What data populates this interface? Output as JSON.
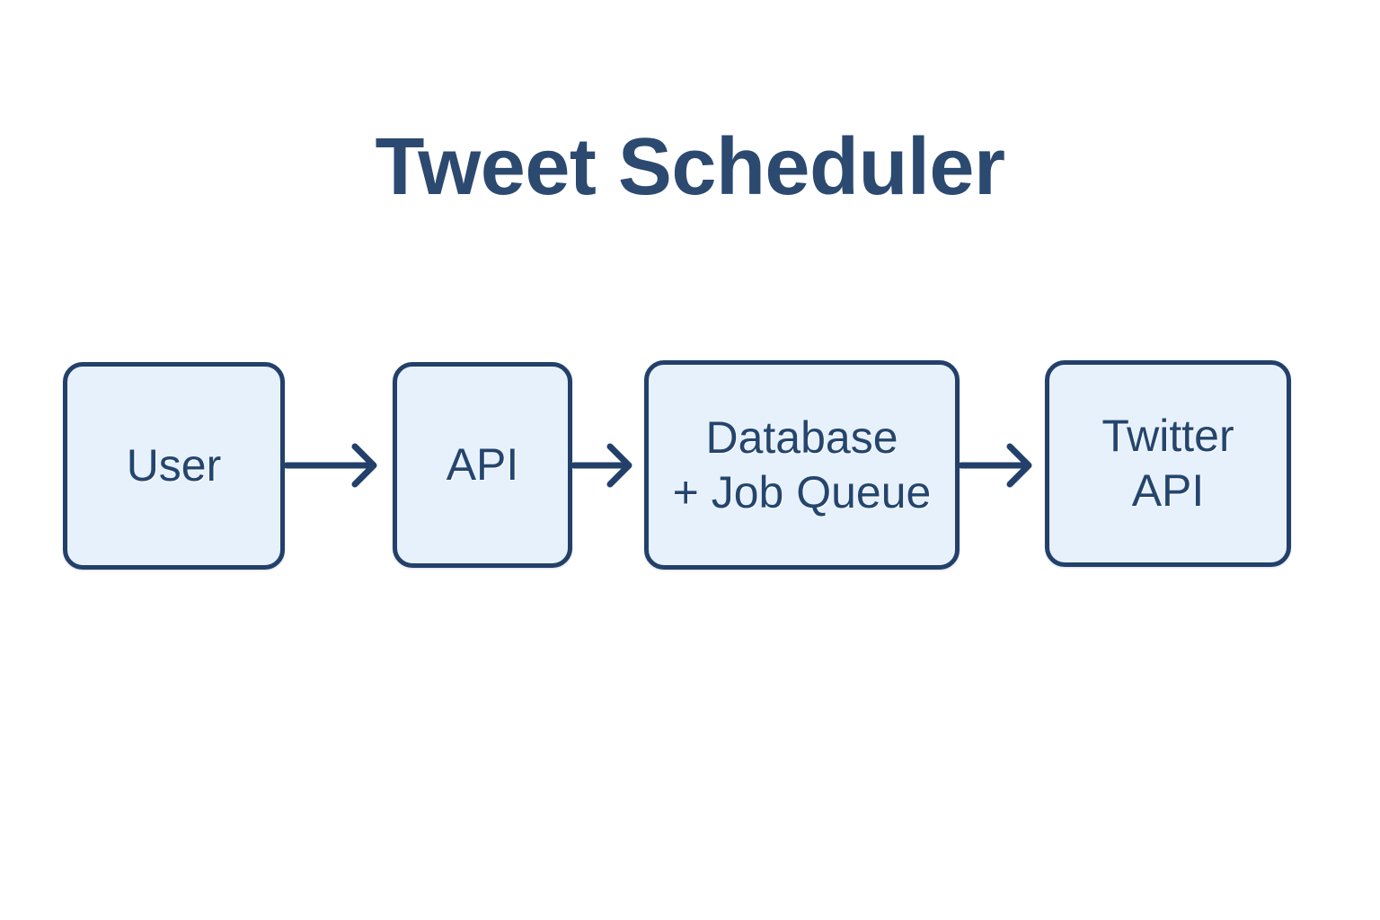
{
  "diagram": {
    "title": "Tweet Scheduler",
    "type": "flowchart",
    "orientation": "left-to-right",
    "background_color": "#ffffff",
    "title_color": "#2c4a70",
    "node_fill_color": "#e7f1fb",
    "node_border_color": "#22406a",
    "node_text_color": "#24456d",
    "arrow_color": "#22406a",
    "nodes": [
      {
        "id": "user",
        "label": "User",
        "shape": "rounded-rectangle"
      },
      {
        "id": "api",
        "label": "API",
        "shape": "rounded-rectangle"
      },
      {
        "id": "database",
        "label": "Database\n+ Job Queue",
        "shape": "rounded-rectangle"
      },
      {
        "id": "twitter",
        "label": "Twitter\nAPI",
        "shape": "rounded-rectangle"
      }
    ],
    "edges": [
      {
        "id": "user-api",
        "from": "User",
        "to": "API",
        "label": "",
        "style": "arrow-right"
      },
      {
        "id": "api-database",
        "from": "API",
        "to": "Database",
        "label": "",
        "style": "arrow-right"
      },
      {
        "id": "database-twitter",
        "from": "Database + Job Queue",
        "to": "Twitter API",
        "label": "",
        "style": "arrow-right"
      }
    ]
  }
}
